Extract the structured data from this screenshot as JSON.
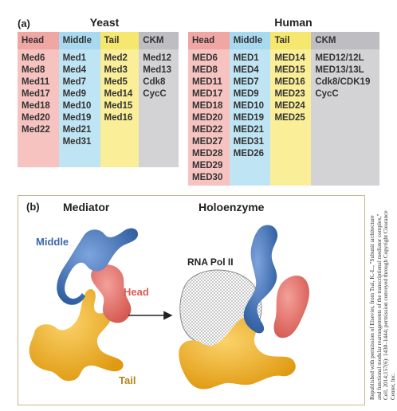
{
  "panel_a": {
    "label": "(a)",
    "yeast": {
      "title": "Yeast",
      "headers": [
        "Head",
        "Middle",
        "Tail",
        "CKM"
      ],
      "columns": [
        [
          "Med6",
          "Med8",
          "Med11",
          "Med17",
          "Med18",
          "Med20",
          "Med22"
        ],
        [
          "Med1",
          "Med4",
          "Med7",
          "Med9",
          "Med10",
          "Med19",
          "Med21",
          "Med31"
        ],
        [
          "Med2",
          "Med3",
          "Med5",
          "Med14",
          "Med15",
          "Med16"
        ],
        [
          "Med12",
          "Med13",
          "Cdk8",
          "CycC"
        ]
      ]
    },
    "human": {
      "title": "Human",
      "headers": [
        "Head",
        "Middle",
        "Tail",
        "CKM"
      ],
      "columns": [
        [
          "MED6",
          "MED8",
          "MED11",
          "MED17",
          "MED18",
          "MED20",
          "MED22",
          "MED27",
          "MED28",
          "MED29",
          "MED30"
        ],
        [
          "MED1",
          "MED4",
          "MED7",
          "MED9",
          "MED10",
          "MED19",
          "MED21",
          "MED31",
          "MED26"
        ],
        [
          "MED14",
          "MED15",
          "MED16",
          "MED23",
          "MED24",
          "MED25"
        ],
        [
          "MED12/12L",
          "MED13/13L",
          "Cdk8/CDK19",
          "CycC"
        ]
      ]
    }
  },
  "panel_b": {
    "label": "(b)",
    "mediator_title": "Mediator",
    "holoenzyme_title": "Holoenzyme",
    "label_middle": "Middle",
    "label_head": "Head",
    "label_tail": "Tail",
    "label_rna_pol": "RNA Pol II",
    "credit": "Republished with permission of Elsevier, from Tsai, K.-L., \"Subunit architecture and functional modular rearrangements of the transcriptional mediator complex,\" Cell, 2014;157(6): 1430–1444; permission conveyed through Copyright Clearance Center, Inc."
  },
  "colors": {
    "head": "#e87a72",
    "middle": "#3f6fb0",
    "tail": "#f0b328",
    "pol": "#9a9a9a"
  }
}
